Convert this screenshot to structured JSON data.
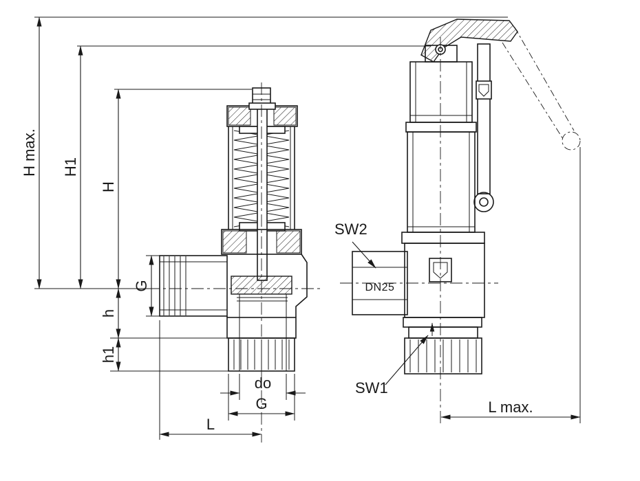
{
  "page": {
    "background": "#ffffff",
    "line_color": "#1a1a1a",
    "description": "Safety relief valve technical drawing, sectional view and side view"
  },
  "dimensions": {
    "h_max": "H max.",
    "h1": "H1",
    "h": "H",
    "g_inlet": "G",
    "h_small": "h",
    "h1_small": "h1",
    "d_o": "do",
    "g_outlet": "G",
    "l": "L",
    "l_max": "L max."
  },
  "callouts": {
    "sw2": "SW2",
    "sw1": "SW1",
    "dn_size": "DN25"
  }
}
